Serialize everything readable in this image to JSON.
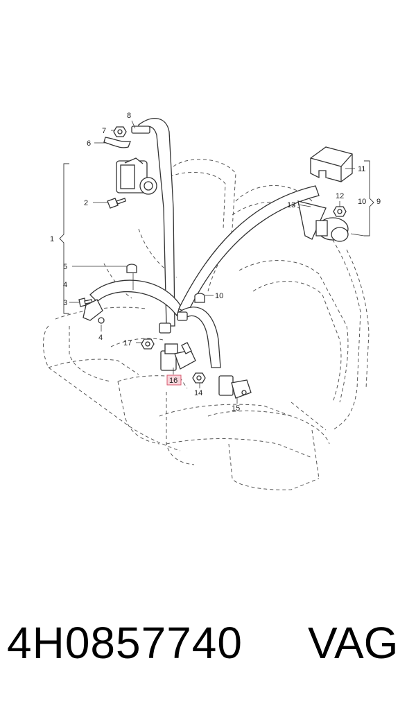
{
  "diagram": {
    "callouts": {
      "c1": "1",
      "c2": "2",
      "c3": "3",
      "c4a": "4",
      "c4b": "4",
      "c5": "5",
      "c6": "6",
      "c7": "7",
      "c8": "8",
      "c9": "9",
      "c10a": "10",
      "c10b": "10",
      "c11": "11",
      "c12": "12",
      "c13": "13",
      "c14": "14",
      "c15": "15",
      "c16": "16",
      "c17": "17"
    },
    "highlight_color": "#f7d4da"
  },
  "caption": {
    "part_number": "4H0857740",
    "brand": "VAG"
  }
}
